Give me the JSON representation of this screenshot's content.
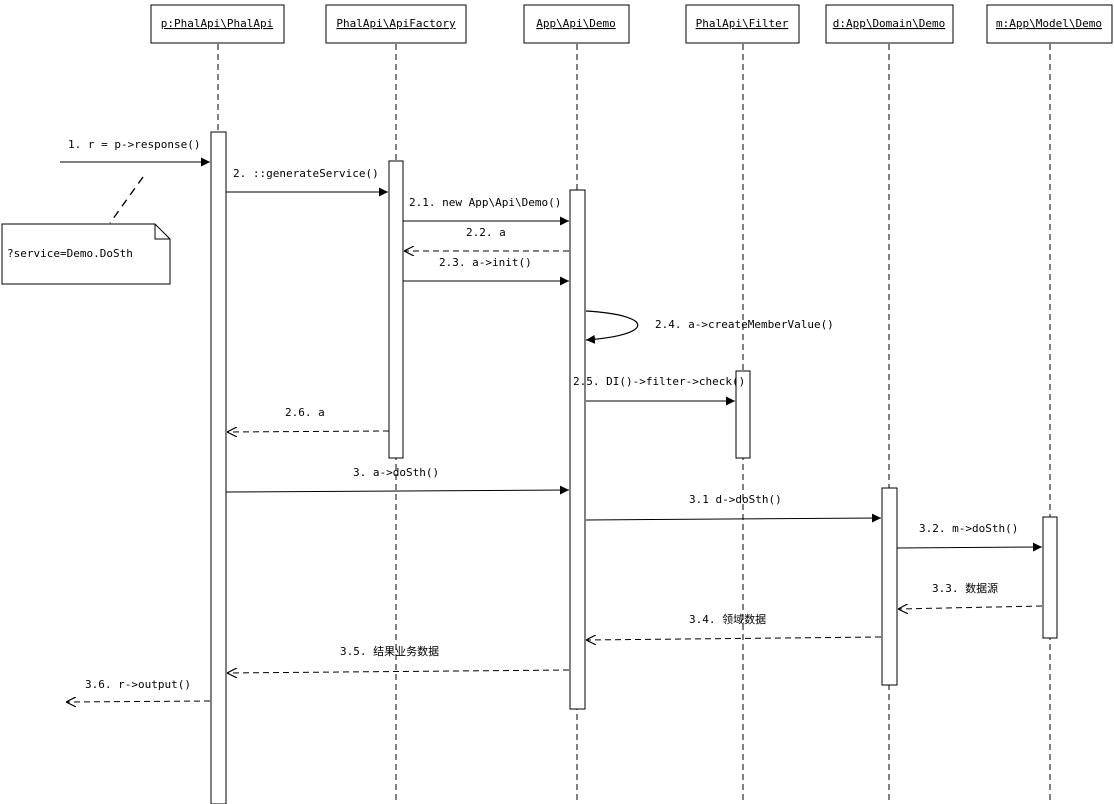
{
  "participants": [
    {
      "id": "p",
      "label": "p:PhalApi\\PhalApi"
    },
    {
      "id": "factory",
      "label": "PhalApi\\ApiFactory"
    },
    {
      "id": "api",
      "label": "App\\Api\\Demo"
    },
    {
      "id": "filter",
      "label": "PhalApi\\Filter"
    },
    {
      "id": "domain",
      "label": "d:App\\Domain\\Demo"
    },
    {
      "id": "model",
      "label": "m:App\\Model\\Demo"
    }
  ],
  "messages": [
    {
      "id": "m1",
      "label": "1. r = p->response()",
      "kind": "call"
    },
    {
      "id": "m2",
      "label": "2. ::generateService()",
      "kind": "call"
    },
    {
      "id": "m21",
      "label": "2.1. new App\\Api\\Demo()",
      "kind": "call"
    },
    {
      "id": "m22",
      "label": "2.2. a",
      "kind": "return"
    },
    {
      "id": "m23",
      "label": "2.3. a->init()",
      "kind": "call"
    },
    {
      "id": "m24",
      "label": "2.4. a->createMemberValue()",
      "kind": "self"
    },
    {
      "id": "m25",
      "label": "2.5. DI()->filter->check()",
      "kind": "call"
    },
    {
      "id": "m26",
      "label": "2.6. a",
      "kind": "return"
    },
    {
      "id": "m3",
      "label": "3. a->doSth()",
      "kind": "call"
    },
    {
      "id": "m31",
      "label": "3.1 d->doSth()",
      "kind": "call"
    },
    {
      "id": "m32",
      "label": "3.2. m->doSth()",
      "kind": "call"
    },
    {
      "id": "m33",
      "label": "3.3. 数据源",
      "kind": "return"
    },
    {
      "id": "m34",
      "label": "3.4. 领域数据",
      "kind": "return"
    },
    {
      "id": "m35",
      "label": "3.5. 结果业务数据",
      "kind": "return"
    },
    {
      "id": "m36",
      "label": "3.6. r->output()",
      "kind": "return"
    }
  ],
  "note": {
    "text": "?service=Demo.DoSth"
  }
}
